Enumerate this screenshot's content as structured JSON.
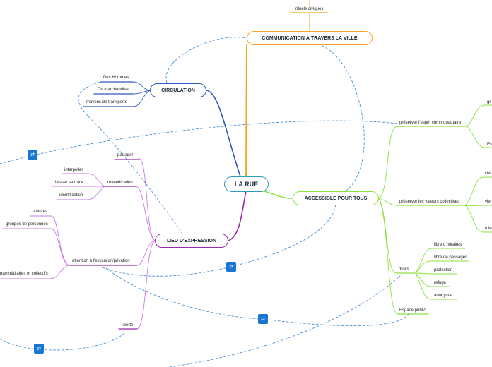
{
  "center": "LA RUE",
  "branches": {
    "communication": {
      "title": "COMMUNICATION À TRAVERS LA VILLE",
      "children": [
        "rituels civiques"
      ]
    },
    "circulation": {
      "title": "CIRCULATION",
      "children": [
        "Des Hommes",
        "De marchandise",
        "moyens de transports"
      ]
    },
    "accessible": {
      "title": "ACCESSIBLE POUR TOUS",
      "children": {
        "communautaire": {
          "label": "préserver l'esprit communautaire",
          "children": [
            "gr",
            "Es"
          ]
        },
        "valeurs": {
          "label": "préserver les valeurs collectives",
          "children": [
            "civi",
            "vivr",
            "tolé"
          ]
        },
        "droits": {
          "label": "droits",
          "children": [
            "libre d'horaires",
            "libre de passages",
            "protection",
            "refuge",
            "anonymat"
          ]
        },
        "espace": {
          "label": "Espace public"
        }
      }
    },
    "expression": {
      "title": "LIEU D'EXPRESSION",
      "children": {
        "partager": {
          "label": "partager"
        },
        "revendication": {
          "label": "revendication",
          "children": [
            "interpeller",
            "laisser sa trace",
            "identification"
          ]
        },
        "exclusion": {
          "label": "attention à l'exclusion/privation",
          "children": [
            "voitures",
            "groupes de personnes",
            "ntermédiaires et collectifs"
          ]
        },
        "liberte": {
          "label": "liberté"
        }
      }
    }
  },
  "link_badge": "⇄",
  "colors": {
    "center": "#2e9cc2",
    "communication": "#f5a623",
    "circulation": "#2d57c5",
    "accessible": "#8ee040",
    "expression": "#9c27b0",
    "expression_leaf": "#c97ae0",
    "link": "#4a90d9",
    "badge": "#1976d2"
  }
}
